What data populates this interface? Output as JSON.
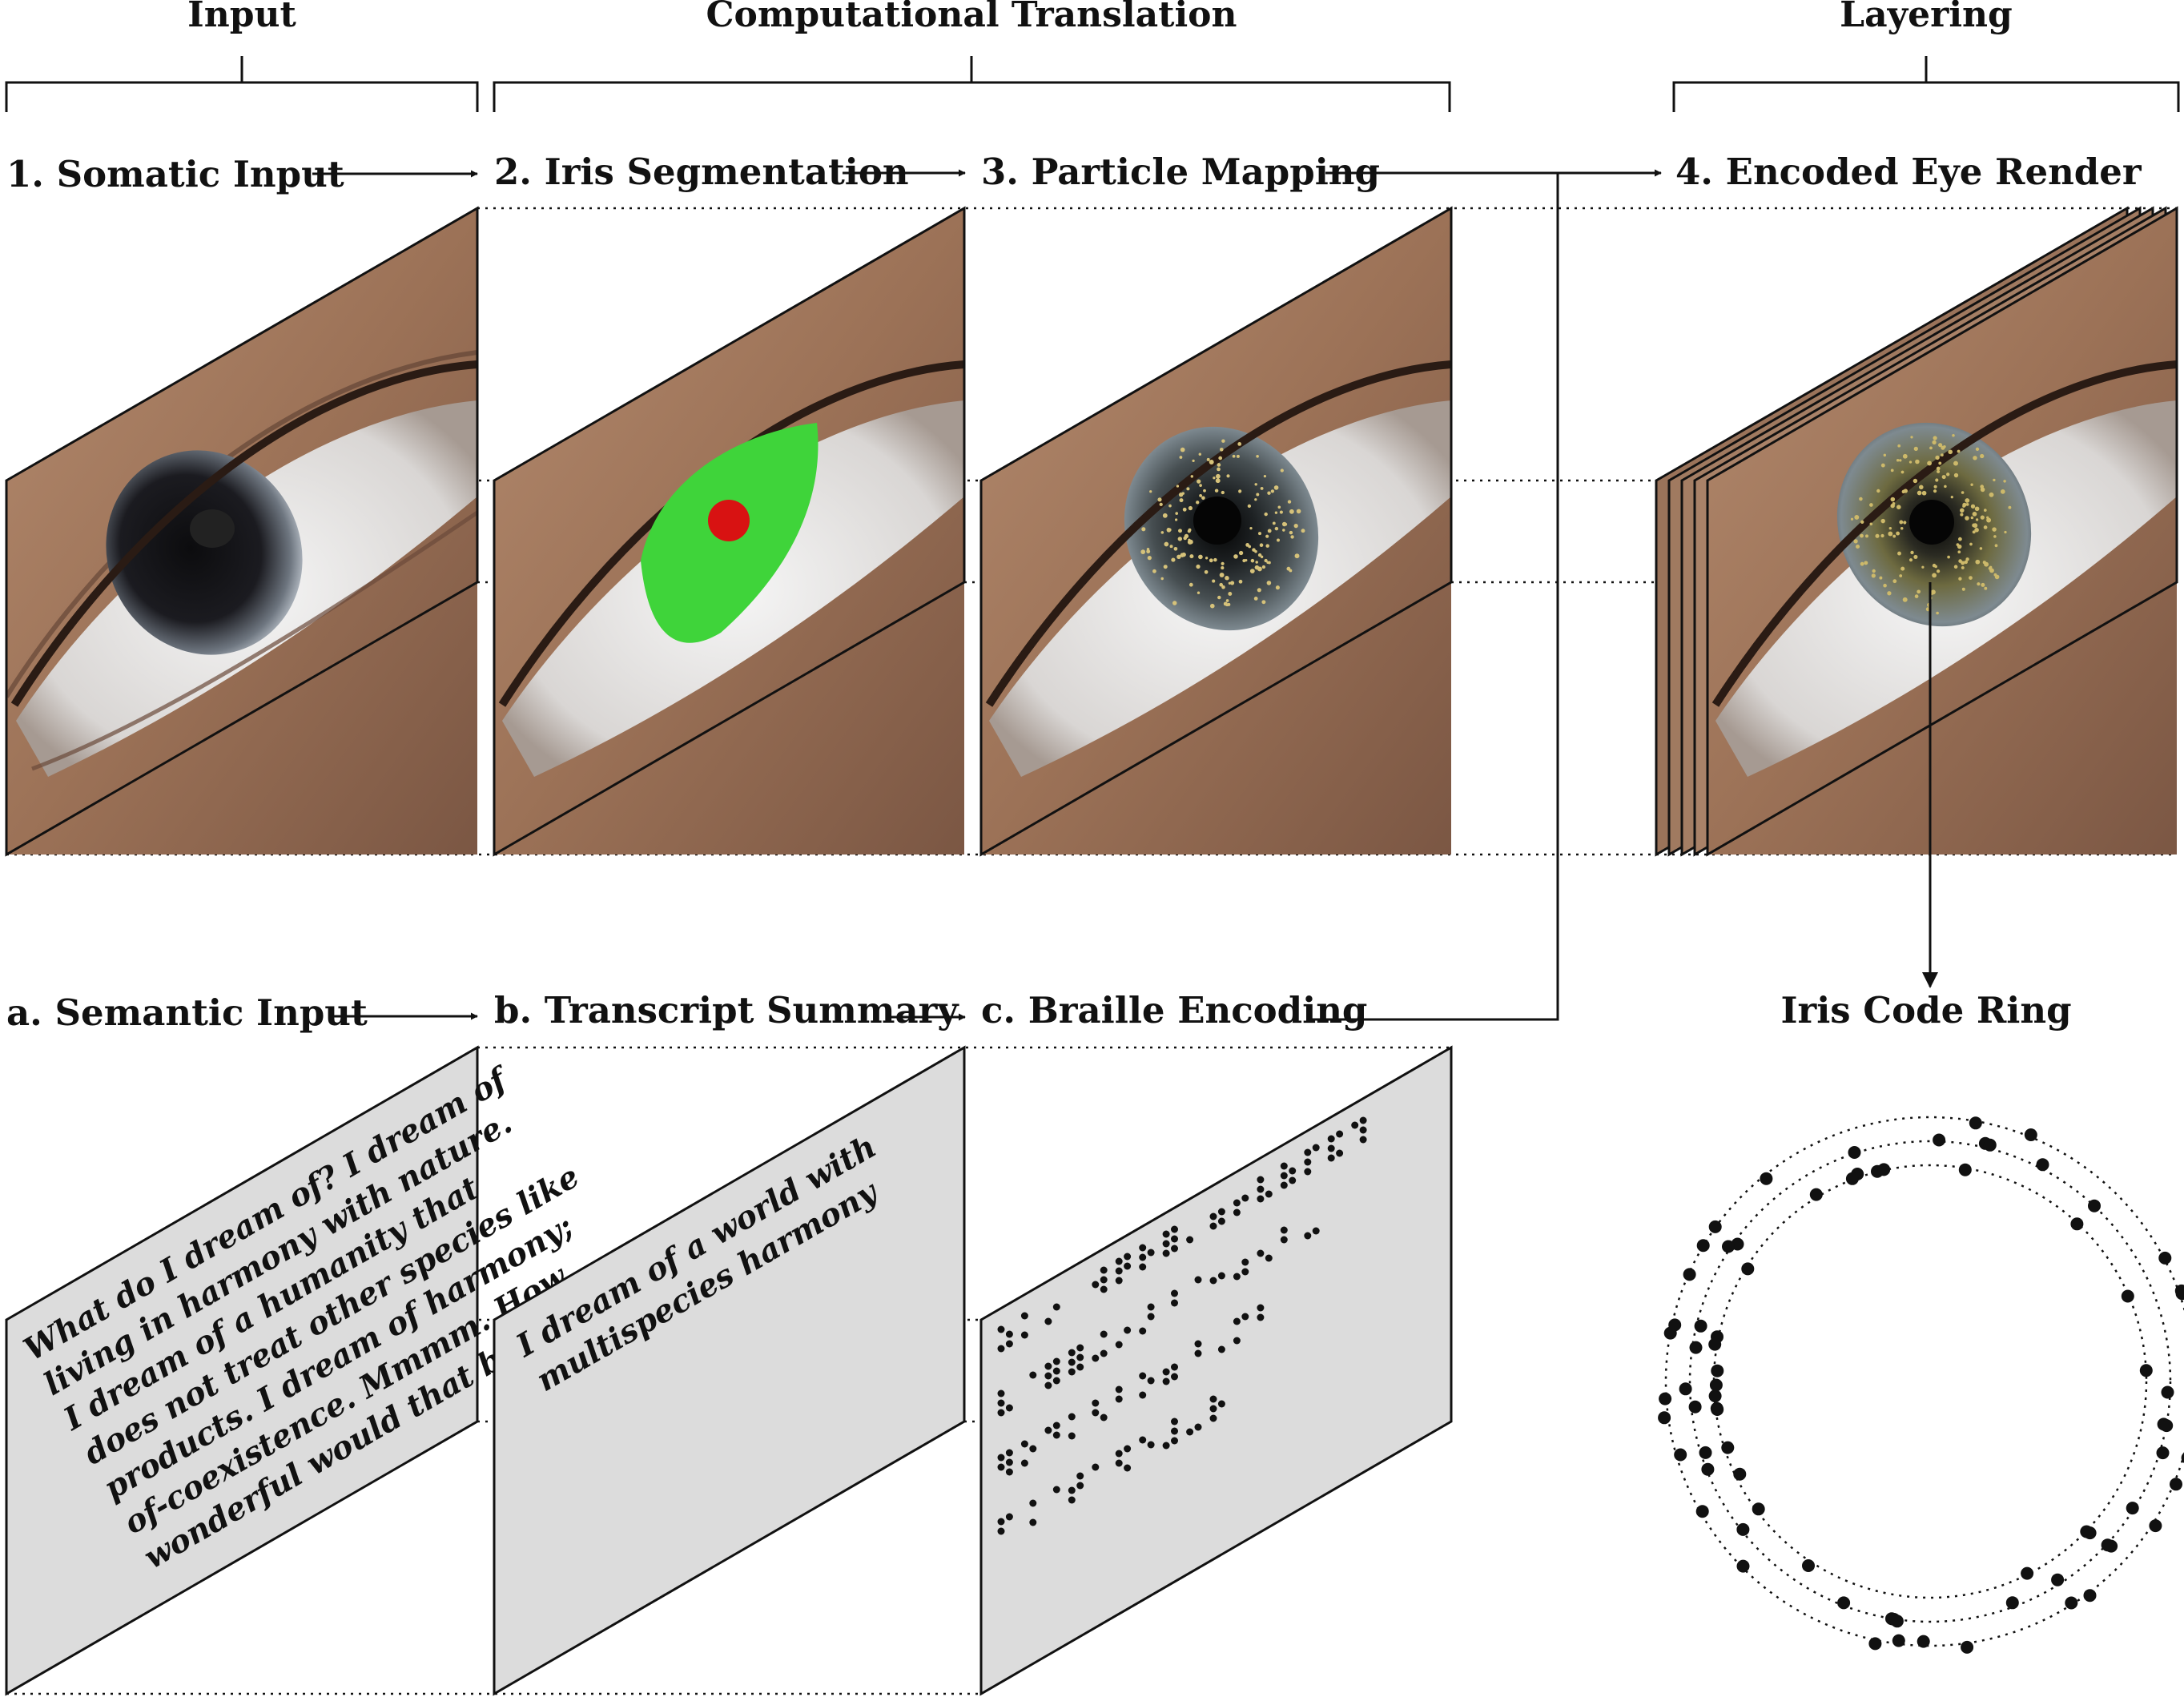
{
  "headers": {
    "input": "Input",
    "translation": "Computational Translation",
    "layering": "Layering"
  },
  "steps": {
    "s1": "1.  Somatic Input",
    "s2": "2. Iris Segmentation",
    "s3": "3. Particle Mapping",
    "s4": "4. Encoded Eye Render",
    "sa": "a.  Semantic Input",
    "sb": "b. Transcript Summary",
    "sc": "c. Braille Encoding",
    "ring": "Iris Code Ring"
  },
  "semantic_text": {
    "lines": [
      "What do I dream of? I dream of",
      "living in harmony with nature.",
      "I dream of a humanity that",
      "does not treat other species like",
      "products. I dream of harmony;",
      "of-coexistence. Mmmm. How",
      "wonderful would that be? (...)"
    ]
  },
  "summary_text": {
    "lines": [
      "I dream of a world with",
      "multispecies harmony"
    ]
  },
  "colors": {
    "segmentation_mask": "#3fd43a",
    "pupil_mask": "#d81212",
    "text_panel": "#dcdcdc",
    "skin": "#a27b60"
  },
  "icons": {
    "eye_photo": "eye-photo",
    "braille": "braille-dots",
    "ring": "iris-code-ring"
  }
}
